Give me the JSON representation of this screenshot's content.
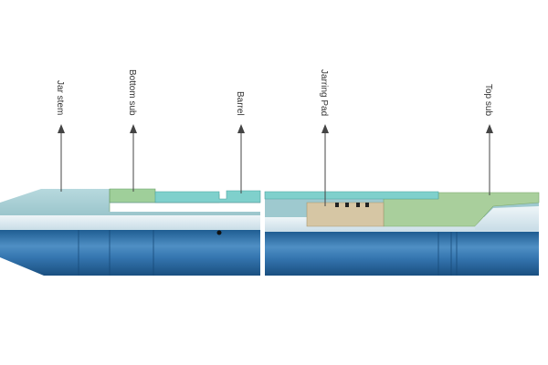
{
  "labels": {
    "jar_stem": "Jar stem",
    "bottom_sub": "Bottom sub",
    "barrel": "Barrel",
    "jarring_pad": "Jarring Pad",
    "top_sub": "Top sub"
  },
  "colors": {
    "jar_stem": "#9ec9cf",
    "bottom_sub": "#9fcf9a",
    "barrel": "#7fd0cc",
    "jarring_pad": "#d6c6a4",
    "top_sub": "#a9cf9c",
    "mandrel_blue": "#2f6fa8",
    "bore_light": "#dce9f0"
  }
}
